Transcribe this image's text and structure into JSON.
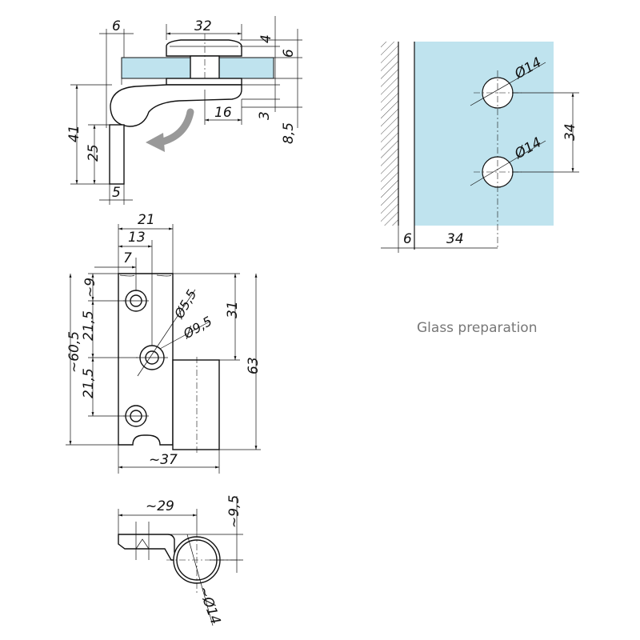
{
  "side_view": {
    "dims": {
      "offset": "6",
      "plate_width": "32",
      "plate_top": "4",
      "plate_height": "6",
      "height_total": "41",
      "leg_height": "25",
      "arm_length": "16",
      "gap": "3",
      "depth": "8,5",
      "leg_width": "5"
    }
  },
  "front_view": {
    "dims": {
      "w21": "21",
      "w13": "13",
      "w7": "7",
      "hole_small": "Ø5,5",
      "hole_large": "Ø9,5",
      "h31": "31",
      "h63": "63",
      "top9": "~9",
      "pitch1": "21,5",
      "pitch2": "21,5",
      "total_h": "~60,5",
      "total_w": "~37"
    }
  },
  "top_view": {
    "dims": {
      "length": "~29",
      "thickness": "~9,5",
      "pin_diameter": "~Ø14"
    }
  },
  "glass": {
    "caption": "Glass preparation",
    "dims": {
      "hole1": "Ø14",
      "hole2": "Ø14",
      "pitch": "34",
      "edge_gap": "6",
      "edge_to_hole": "34"
    },
    "glass_color": "#bfe3ee"
  }
}
